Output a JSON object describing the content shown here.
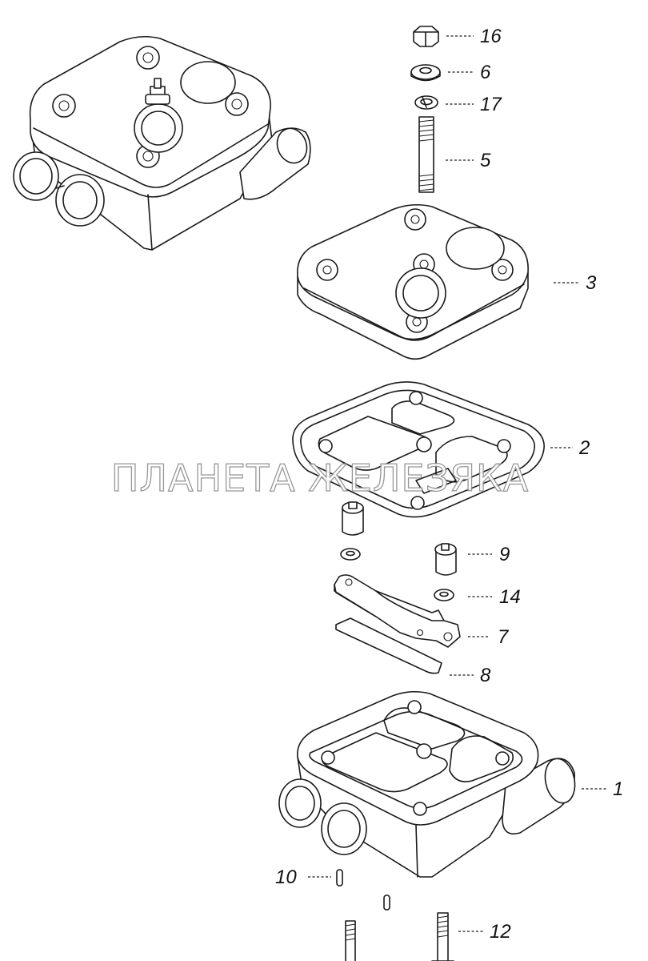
{
  "watermark": "ПЛАНЕТА ЖЕЛЕЗЯКА",
  "callouts": {
    "p16": "16",
    "p6": "6",
    "p17": "17",
    "p5": "5",
    "p3": "3",
    "p2": "2",
    "p9": "9",
    "p14": "14",
    "p7": "7",
    "p8": "8",
    "p1": "1",
    "p10": "10",
    "p12": "12"
  },
  "colors": {
    "line": "#1a1a1a",
    "background": "#ffffff",
    "watermark_outline": "#8c8c8c"
  }
}
